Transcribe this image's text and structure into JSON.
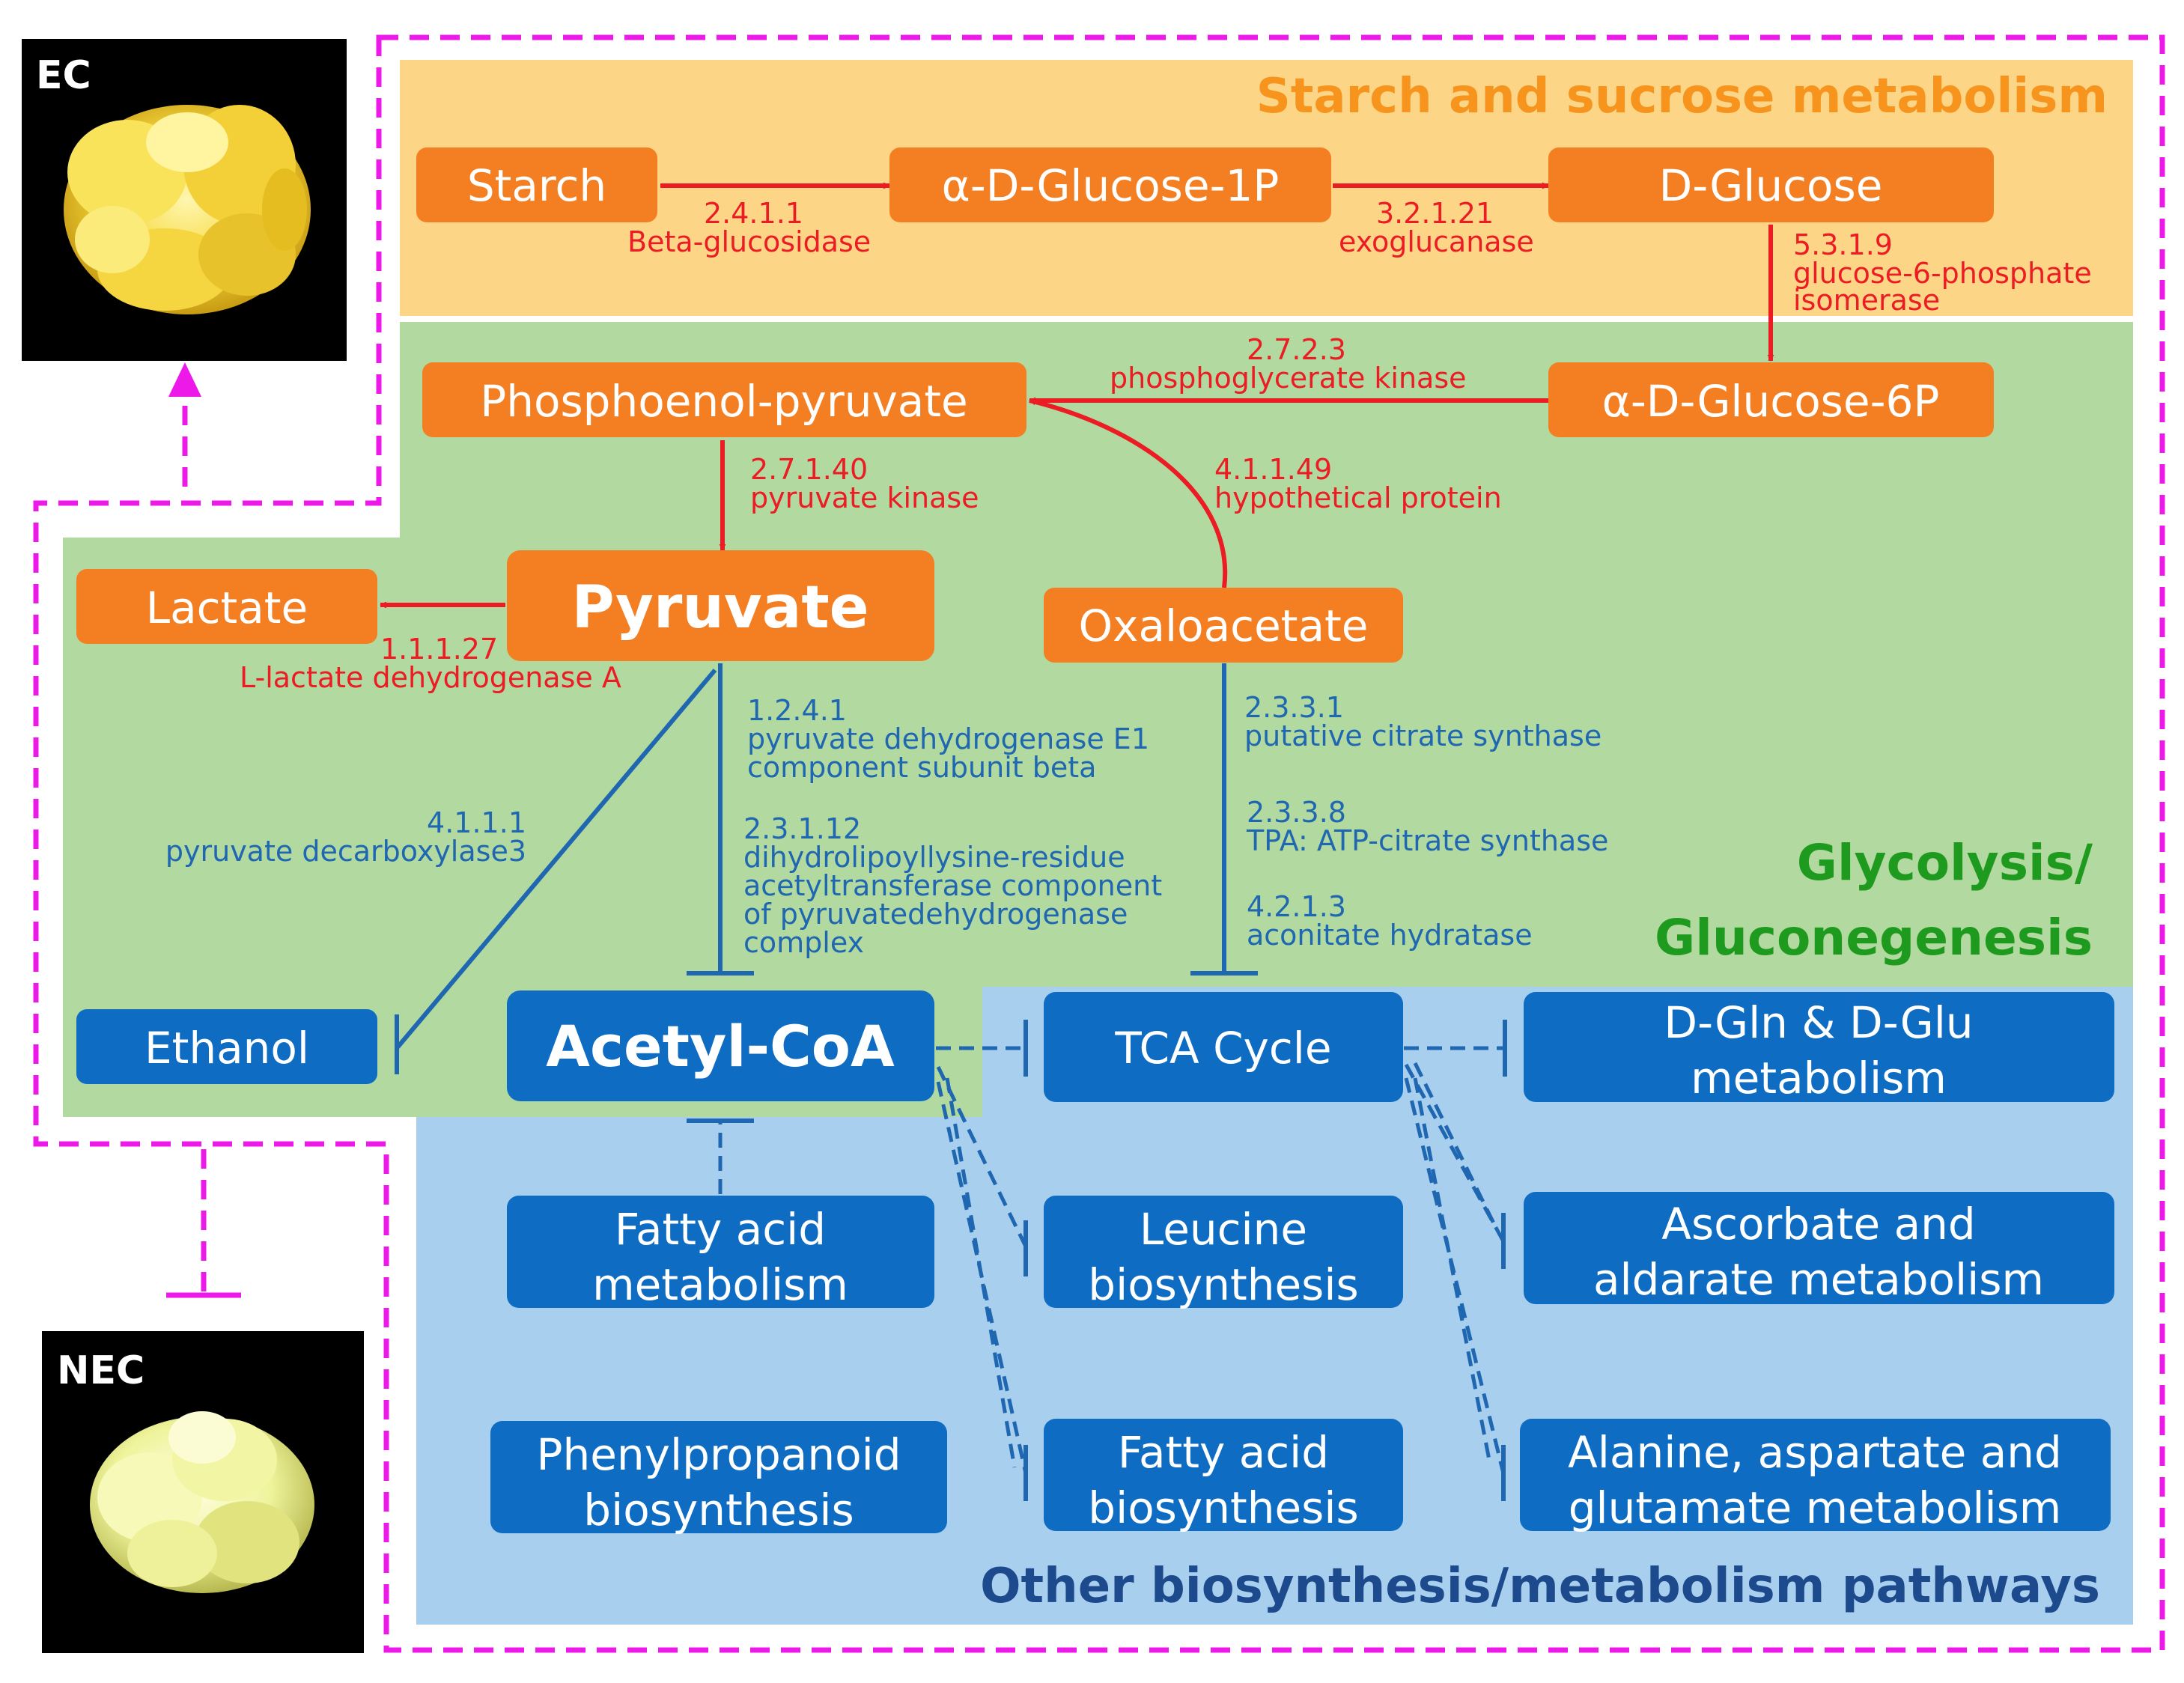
{
  "photos": {
    "ec": {
      "label": "EC"
    },
    "nec": {
      "label": "NEC"
    }
  },
  "regions": {
    "starch": {
      "title": "Starch and sucrose metabolism",
      "color": "#FCD586"
    },
    "glycolysis": {
      "title_line1": "Glycolysis/",
      "title_line2": "Gluconegenesis",
      "color": "#B2D9A0"
    },
    "other": {
      "title": "Other biosynthesis/metabolism pathways",
      "color": "#A9CFEE"
    }
  },
  "colors": {
    "orange_node": "#F47F22",
    "blue_node": "#0E6CC3",
    "red_arrow": "#EC1C24",
    "blue_line": "#1F67B1",
    "magenta": "#EC19E8",
    "starch_title": "#F7941D",
    "glyco_title": "#1E9A1E",
    "other_title": "#1C4A8C"
  },
  "nodes": {
    "starch": "Starch",
    "glucose1p": "α-D-Glucose-1P",
    "dglucose": "D-Glucose",
    "glucose6p": "α-D-Glucose-6P",
    "pep": "Phosphoenol-pyruvate",
    "pyruvate": "Pyruvate",
    "lactate": "Lactate",
    "oxaloacetate": "Oxaloacetate",
    "ethanol": "Ethanol",
    "acetylcoa": "Acetyl-CoA",
    "tca": "TCA Cycle",
    "dgln_line1": "D-Gln & D-Glu",
    "dgln_line2": "metabolism",
    "fattyacid_met_line1": "Fatty acid",
    "fattyacid_met_line2": "metabolism",
    "leucine_line1": "Leucine",
    "leucine_line2": "biosynthesis",
    "ascorbate_line1": "Ascorbate and",
    "ascorbate_line2": "aldarate metabolism",
    "phenyl_line1": "Phenylpropanoid",
    "phenyl_line2": "biosynthesis",
    "fattyacid_bio_line1": "Fatty acid",
    "fattyacid_bio_line2": "biosynthesis",
    "alanine_line1": "Alanine, aspartate and",
    "alanine_line2": "glutamate metabolism"
  },
  "enzymes": {
    "e2411_code": "2.4.1.1",
    "e2411_name": "Beta-glucosidase",
    "e32121_code": "3.2.1.21",
    "e32121_name": "exoglucanase",
    "e5319_code": "5.3.1.9",
    "e5319_name1": "glucose-6-phosphate",
    "e5319_name2": "isomerase",
    "e2723_code": "2.7.2.3",
    "e2723_name": "phosphoglycerate kinase",
    "e27140_code": "2.7.1.40",
    "e27140_name": "pyruvate kinase",
    "e41149_code": "4.1.1.49",
    "e41149_name": "hypothetical protein",
    "e11127_code": "1.1.1.27",
    "e11127_name": "L-lactate dehydrogenase A",
    "e1241_code": "1.2.4.1",
    "e1241_name1": "pyruvate dehydrogenase E1",
    "e1241_name2": "component subunit beta",
    "e23112_code": "2.3.1.12",
    "e23112_name1": "dihydrolipoyllysine-residue",
    "e23112_name2": "acetyltransferase component",
    "e23112_name3": "of pyruvatedehydrogenase",
    "e23112_name4": "complex",
    "e4111_code": "4.1.1.1",
    "e4111_name": "pyruvate decarboxylase3",
    "e2331_code": "2.3.3.1",
    "e2331_name": "putative citrate synthase",
    "e2338_code": "2.3.3.8",
    "e2338_name": "TPA: ATP-citrate synthase",
    "e4213_code": "4.2.1.3",
    "e4213_name": "aconitate hydratase"
  }
}
